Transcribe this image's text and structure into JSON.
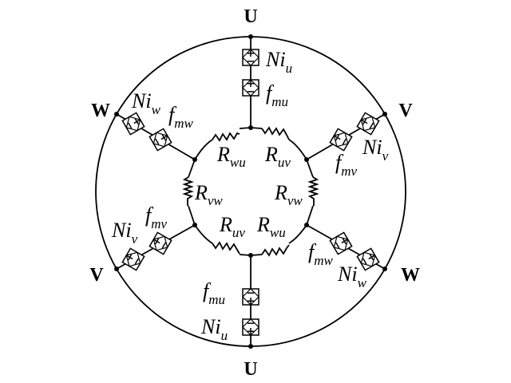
{
  "phases": {
    "top": "U",
    "upper_left": "W",
    "upper_right": "V",
    "lower_left": "V",
    "lower_right": "W",
    "bottom": "U"
  },
  "resistors": {
    "top_left": {
      "main": "R",
      "sub": "wu"
    },
    "top_right": {
      "main": "R",
      "sub": "uv"
    },
    "left": {
      "main": "R",
      "sub": "vw"
    },
    "right": {
      "main": "R",
      "sub": "vw"
    },
    "bottom_left": {
      "main": "R",
      "sub": "uv"
    },
    "bottom_right": {
      "main": "R",
      "sub": "wu"
    }
  },
  "sources": {
    "top_outer": {
      "main": "Ni",
      "sub": "u"
    },
    "top_inner": {
      "main": "f",
      "sub": "mu"
    },
    "ul_outer": {
      "main": "Ni",
      "sub": "w"
    },
    "ul_inner": {
      "main": "f",
      "sub": "mw"
    },
    "ur_outer": {
      "main": "Ni",
      "sub": "v"
    },
    "ur_inner": {
      "main": "f",
      "sub": "mv"
    },
    "ll_outer": {
      "main": "Ni",
      "sub": "v"
    },
    "ll_inner": {
      "main": "f",
      "sub": "mv"
    },
    "lr_outer": {
      "main": "Ni",
      "sub": "w"
    },
    "lr_inner": {
      "main": "f",
      "sub": "mw"
    },
    "bottom_outer": {
      "main": "Ni",
      "sub": "u"
    },
    "bottom_inner": {
      "main": "f",
      "sub": "mu"
    }
  },
  "source_symbols": {
    "plus": "+",
    "minus": "−"
  }
}
